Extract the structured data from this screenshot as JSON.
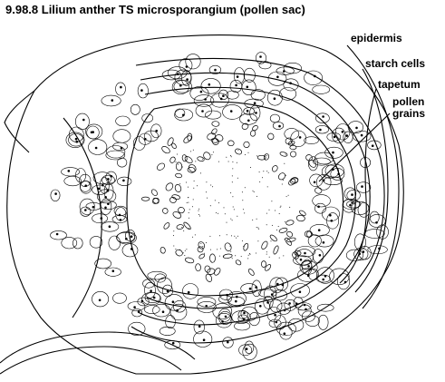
{
  "title": "9.98.8 Lilium anther TS  microsporangium (pollen sac)",
  "labels": {
    "epidermis": "epidermis",
    "starch_cells": "starch cells",
    "tapetum": "tapetum",
    "pollen_line1": "pollen",
    "pollen_line2": "grains"
  },
  "colors": {
    "ink": "#000000",
    "paper": "#ffffff"
  }
}
